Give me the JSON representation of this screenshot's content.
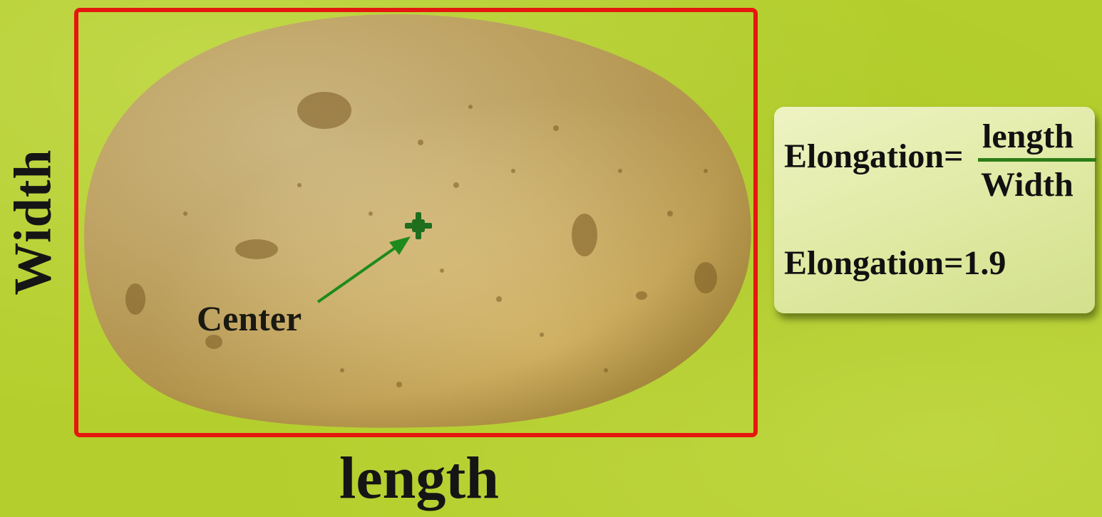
{
  "labels": {
    "width": "Width",
    "length": "length",
    "center": "Center"
  },
  "formula": {
    "lhs": "Elongation=",
    "numerator": "length",
    "denominator": "Width",
    "result": "Elongation=1.9"
  },
  "colors": {
    "background": "#b4cf2d",
    "bounding_box": "#e5170f",
    "arrow": "#1e8a1e",
    "fraction_bar": "#2e7d16",
    "potato": "#dcc07a"
  }
}
